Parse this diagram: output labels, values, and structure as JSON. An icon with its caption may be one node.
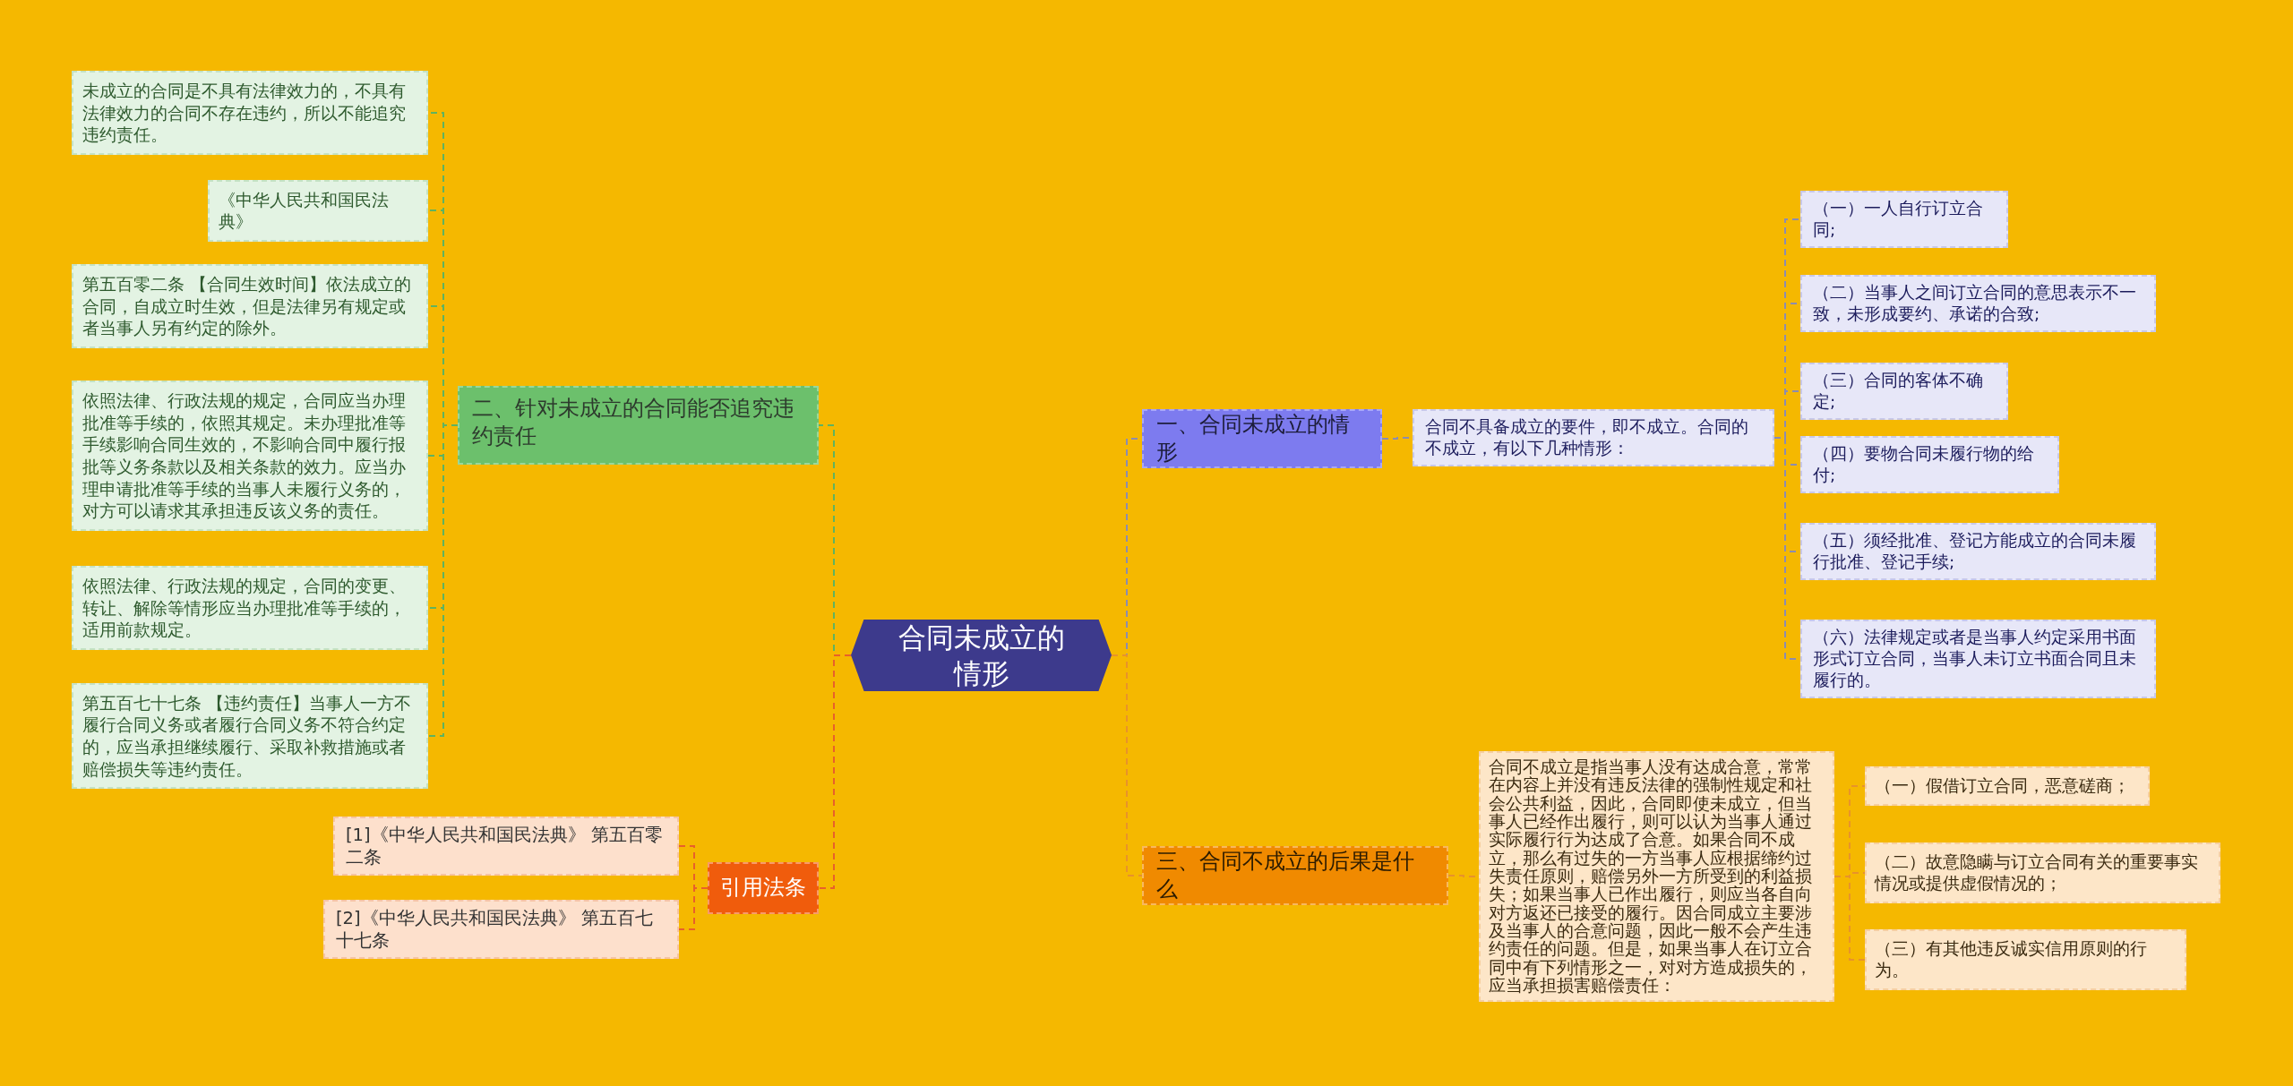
{
  "diagram": {
    "nodes": [
      {
        "text": [
          "合同未成立的情形"
        ]
      },
      {
        "text": [
          "一、合同未成立的情形"
        ]
      },
      {
        "text": [
          "合同不具备成立的要件，即不成立。合同的不成立，有以下几种情形："
        ]
      },
      {
        "text": [
          "（一）一人自行订立合同;"
        ]
      },
      {
        "text": [
          "（二）当事人之间订立合同的意思表示不一致，未形成要约、承诺的合致;"
        ]
      },
      {
        "text": [
          "（三）合同的客体不确定;"
        ]
      },
      {
        "text": [
          "（四）要物合同未履行物的给付;"
        ]
      },
      {
        "text": [
          "（五）须经批准、登记方能成立的合同未履行批准、登记手续;"
        ]
      },
      {
        "text": [
          "（六）法律规定或者是当事人约定采用书面形式订立合同，当事人未订立书面合同且未履行的。"
        ]
      },
      {
        "text": [
          "三、合同不成立的后果是什么"
        ]
      },
      {
        "text": [
          "合同不成立是指当事人没有达成合意，常常在内容上并没有违反法律的强制性规定和社会公共利益，因此，合同即使未成立，但当事人已经作出履行，则可以认为当事人通过实际履行行为达成了合意。如果合同不成立，那么有过失的一方当事人应根据缔约过失责任原则，赔偿另外一方所受到的利益损失；如果当事人已作出履行，则应当各自向对方返还已接受的履行。因合同成立主要涉及当事人的合意问题，因此一般不会产生违约责任的问题。但是，如果当事人在订立合同中有下列情形之一，对对方造成损失的，应当承担损害赔偿责任："
        ]
      },
      {
        "text": [
          "（一）假借订立合同，恶意磋商；"
        ]
      },
      {
        "text": [
          "（二）故意隐瞒与订立合同有关的重要事实情况或提供虚假情况的；"
        ]
      },
      {
        "text": [
          "（三）有其他违反诚实信用原则的行为。"
        ]
      },
      {
        "text": [
          "二、针对未成立的合同能否追究违约责任"
        ]
      },
      {
        "text": [
          "未成立的合同是不具有法律效力的，不具有法律效力的合同不存在违约，所以不能追究违约责任。"
        ]
      },
      {
        "text": [
          "《中华人民共和国民法典》"
        ]
      },
      {
        "text": [
          "第五百零二条 【合同生效时间】依法成立的合同，自成立时生效，但是法律另有规定或者当事人另有约定的除外。"
        ]
      },
      {
        "text": [
          "依照法律、行政法规的规定，合同应当办理批准等手续的，依照其规定。未办理批准等手续影响合同生效的，不影响合同中履行报批等义务条款以及相关条款的效力。应当办理申请批准等手续的当事人未履行义务的，对方可以请求其承担违反该义务的责任。"
        ]
      },
      {
        "text": [
          "依照法律、行政法规的规定，合同的变更、转让、解除等情形应当办理批准等手续的，适用前款规定。"
        ]
      },
      {
        "text": [
          "第五百七十七条 【违约责任】当事人一方不履行合同义务或者履行合同义务不符合约定的，应当承担继续履行、采取补救措施或者赔偿损失等违约责任。"
        ]
      },
      {
        "text": [
          "引用法条"
        ]
      },
      {
        "text": [
          "[1]《中华人民共和国民法典》 第五百零二条"
        ]
      },
      {
        "text": [
          "[2]《中华人民共和国民法典》 第五百七十七条"
        ]
      }
    ],
    "edges": [
      {
        "from": 0,
        "to": 1,
        "arrow": "none"
      },
      {
        "from": 1,
        "to": 2,
        "arrow": "none"
      },
      {
        "from": 2,
        "to": 3,
        "arrow": "none"
      },
      {
        "from": 2,
        "to": 4,
        "arrow": "none"
      },
      {
        "from": 2,
        "to": 5,
        "arrow": "none"
      },
      {
        "from": 2,
        "to": 6,
        "arrow": "none"
      },
      {
        "from": 2,
        "to": 7,
        "arrow": "none"
      },
      {
        "from": 2,
        "to": 8,
        "arrow": "none"
      },
      {
        "from": 0,
        "to": 9,
        "arrow": "none",
        "color": "#e8932a"
      },
      {
        "from": 9,
        "to": 10,
        "arrow": "none",
        "color": "#e8932a"
      },
      {
        "from": 10,
        "to": 11,
        "arrow": "none",
        "color": "#e8932a"
      },
      {
        "from": 10,
        "to": 12,
        "arrow": "none",
        "color": "#e8932a"
      },
      {
        "from": 10,
        "to": 13,
        "arrow": "none",
        "color": "#e8932a"
      },
      {
        "from": 0,
        "to": 14,
        "arrow": "none",
        "color": "#5fb35f"
      },
      {
        "from": 14,
        "to": 15,
        "arrow": "none",
        "color": "#5fb35f"
      },
      {
        "from": 14,
        "to": 16,
        "arrow": "none",
        "color": "#5fb35f"
      },
      {
        "from": 14,
        "to": 17,
        "arrow": "none",
        "color": "#5fb35f"
      },
      {
        "from": 14,
        "to": 18,
        "arrow": "none",
        "color": "#5fb35f"
      },
      {
        "from": 14,
        "to": 19,
        "arrow": "none",
        "color": "#5fb35f"
      },
      {
        "from": 14,
        "to": 20,
        "arrow": "none",
        "color": "#5fb35f"
      },
      {
        "from": 0,
        "to": 21,
        "arrow": "none",
        "color": "#e8602a"
      },
      {
        "from": 21,
        "to": 22,
        "arrow": "none",
        "color": "#e8602a"
      },
      {
        "from": 21,
        "to": 23,
        "arrow": "none",
        "color": "#e8602a"
      }
    ]
  }
}
